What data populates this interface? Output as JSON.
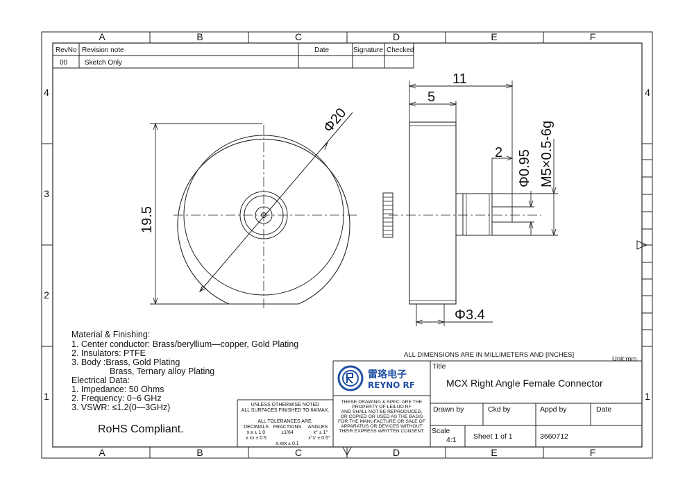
{
  "zones": {
    "columns": [
      "A",
      "B",
      "C",
      "D",
      "E",
      "F"
    ],
    "rows": [
      "4",
      "3",
      "2",
      "1"
    ]
  },
  "revision_table": {
    "headers": {
      "revno": "RevNo",
      "note": "Revision note",
      "date": "Date",
      "signature": "Signature",
      "checked": "Checked"
    },
    "rows": [
      {
        "revno": "00",
        "note": "Sketch Only",
        "date": "",
        "signature": "",
        "checked": ""
      }
    ]
  },
  "dimensions": {
    "diameter": "Φ20",
    "height": "19.5",
    "length_total": "11",
    "length_body": "5",
    "pin_offset": "2",
    "pin_diameter": "Φ0.95",
    "thread": "M5×0.5-6g",
    "body_diameter": "Φ3.4"
  },
  "notes": {
    "lines": [
      "Material & Finishing:",
      "1. Center conductor: Brass/beryllium—copper, Gold Plating",
      "2. Insulators: PTFE",
      "3. Body :Brass, Gold Plating",
      "Brass, Ternary alloy Plating",
      "Electrical Data:",
      "1. Impedance: 50 Ohms",
      "2. Frequency: 0~6 GHz",
      "3. VSWR:        ≤1.2(0—3GHz)"
    ],
    "rohs": "RoHS Compliant."
  },
  "all_dimensions_note": "ALL DIMENSIONS ARE IN MILLIMETERS AND [INCHES]",
  "unit": "Unit:mm",
  "tolerances": {
    "line1": "UNLESS OTHERWISE NOTED",
    "line2": "ALL SURFACES FINISHED TO 64/MAX.",
    "heading": "ALL TOLERANCES ARE:",
    "col1_head": "DECIMALS",
    "col2_head": "FRACTIONS",
    "col3_head": "ANGLES",
    "col1_a": "x.x ± 1.0",
    "col1_b": "x.xx ± 0.5",
    "col2_a": "±1/64",
    "col3_a": "x° ± 1°",
    "col3_b": "x°x' ± 0.5°",
    "col1_c": "x.xxx ± 0.1"
  },
  "property_note": [
    "THESE DRAWING & SPEC. ARE THE",
    "PROPERTY OF LEILUO RF",
    "AND SHALL NOT BE REPRODUCED,",
    "OR COPIED OR USED AS THE BASIS",
    "FOR THE MANUFACTURE OR SALE OF",
    "APPARATUS OR DEVICES WITHOUT",
    "THEIR EXPRESS WRITTEN CONSENT."
  ],
  "logo": {
    "chinese": "雷珞电子",
    "english": "REYNO RF",
    "color": "#1f4fa3"
  },
  "title_block": {
    "title_label": "Title",
    "title": "MCX Right Angle Female Connector",
    "drawn_by": "Drawn by",
    "ckd_by": "Ckd by",
    "appd_by": "Appd by",
    "date": "Date",
    "scale_label": "Scale",
    "scale_value": "4:1",
    "sheet": "Sheet 1 of 1",
    "part_no": "3660712"
  }
}
